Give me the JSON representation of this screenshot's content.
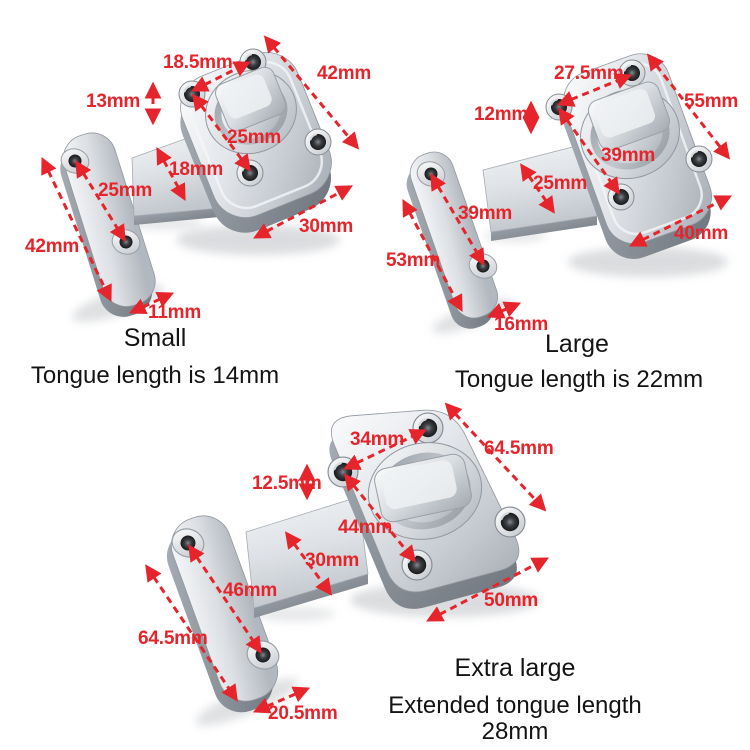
{
  "image_type": "product dimension diagram",
  "annotation_color": "#e5242b",
  "text_color": "#141414",
  "background_color": "#ffffff",
  "products": {
    "small": {
      "name": "Small",
      "caption": "Tongue length is 14mm",
      "dims": {
        "top_hole_span": "18.5mm",
        "body_length": "42mm",
        "hole_edge_offset": "13mm",
        "knob_diameter": "25mm",
        "tongue_width": "18mm",
        "body_width": "30mm",
        "plate_hole_span": "25mm",
        "plate_length": "42mm",
        "plate_width": "11mm"
      }
    },
    "large": {
      "name": "Large",
      "caption": "Tongue length is 22mm",
      "dims": {
        "top_hole_span": "27.5mm",
        "body_length": "55mm",
        "hole_edge_offset": "12mm",
        "knob_diameter": "39mm",
        "tongue_width": "25mm",
        "body_width": "40mm",
        "plate_hole_span": "39mm",
        "plate_length": "53mm",
        "plate_width": "16mm"
      }
    },
    "extra_large": {
      "name": "Extra large",
      "caption": "Extended tongue length 28mm",
      "dims": {
        "top_hole_span": "34mm",
        "body_length": "64.5mm",
        "hole_edge_offset": "12.5mm",
        "knob_diameter": "44mm",
        "tongue_width": "30mm",
        "body_width": "50mm",
        "plate_hole_span": "46mm",
        "plate_length": "64.5mm",
        "plate_width": "20.5mm"
      }
    }
  }
}
